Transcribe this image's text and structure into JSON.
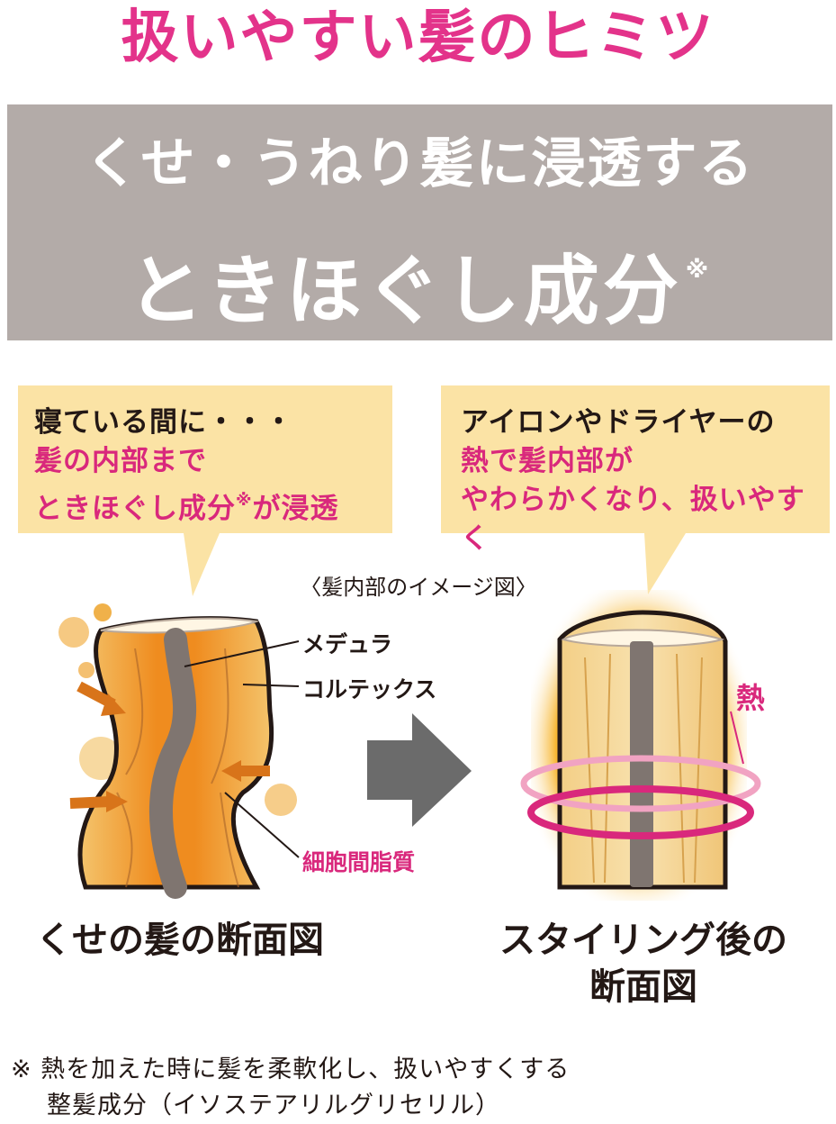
{
  "title": "扱いやすい髪のヒミツ",
  "banner": {
    "line1": "くせ・うねり髪に浸透する",
    "line2": "ときほぐし成分",
    "mark": "※"
  },
  "bubble_left": {
    "line1": "寝ている間に・・・",
    "line2": "髪の内部まで",
    "line3a": "ときほぐし成分",
    "line3_mark": "※",
    "line3b": "が浸透"
  },
  "bubble_right": {
    "line1": "アイロンやドライヤーの",
    "line2": "熱で髪内部が",
    "line3": "やわらかくなり、扱いやすく"
  },
  "image_caption": "〈髪内部のイメージ図〉",
  "labels": {
    "medulla": "メデュラ",
    "cortex": "コルテックス",
    "lipid": "細胞間脂質",
    "heat": "熱"
  },
  "captions": {
    "left": "くせの髪の断面図",
    "right_line1": "スタイリング後の",
    "right_line2": "断面図"
  },
  "footnote": {
    "mark": "※",
    "line1": "熱を加えた時に髪を柔軟化し、扱いやすくする",
    "line2": "整髪成分（イソステアリルグリセリル）"
  },
  "colors": {
    "pink": "#e3338a",
    "banner_gray": "#b3aba8",
    "bubble_yellow": "#fbe3a5",
    "hair_orange": "#ee8a1c",
    "hair_light": "#f6d58c",
    "arrow_gray": "#6b6b6b"
  }
}
